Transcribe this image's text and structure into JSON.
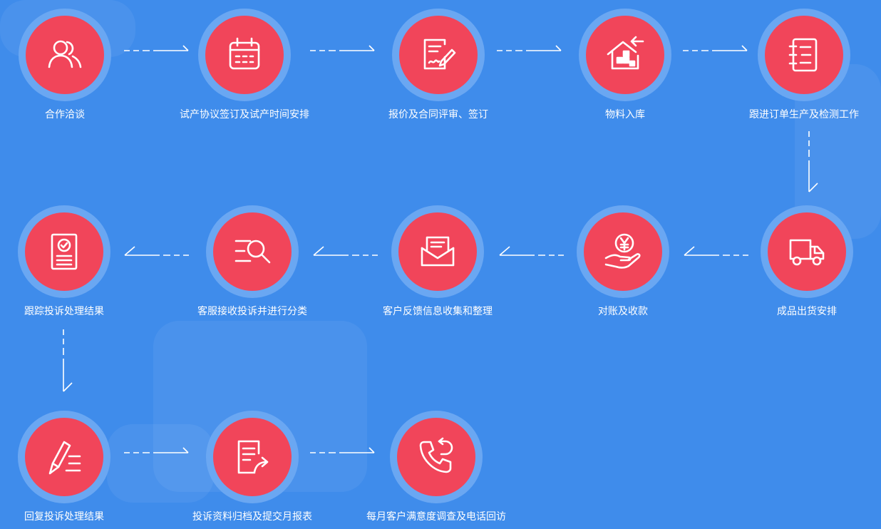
{
  "steps": [
    {
      "label": "合作洽谈",
      "icon": "people-icon"
    },
    {
      "label": "试产协议签订及试产时间安排",
      "icon": "calendar-icon"
    },
    {
      "label": "报价及合同评审、签订",
      "icon": "contract-sign-icon"
    },
    {
      "label": "物料入库",
      "icon": "warehouse-inbound-icon"
    },
    {
      "label": "跟进订单生产及检测工作",
      "icon": "checklist-icon"
    },
    {
      "label": "成品出货安排",
      "icon": "delivery-truck-icon"
    },
    {
      "label": "对账及收款",
      "icon": "yen-hand-icon"
    },
    {
      "label": "客户反馈信息收集和整理",
      "icon": "mail-icon"
    },
    {
      "label": "客服接收投诉并进行分类",
      "icon": "search-list-icon"
    },
    {
      "label": "跟踪投诉处理结果",
      "icon": "approved-document-icon"
    },
    {
      "label": "回复投诉处理结果",
      "icon": "pen-list-icon"
    },
    {
      "label": "投诉资料归档及提交月报表",
      "icon": "document-share-icon"
    },
    {
      "label": "每月客户满意度调查及电话回访",
      "icon": "phone-callback-icon"
    }
  ],
  "colors": {
    "background": "#3f8ceb",
    "circle": "#f1455a",
    "ring": "#6aa7f2",
    "line": "#ffffff"
  }
}
